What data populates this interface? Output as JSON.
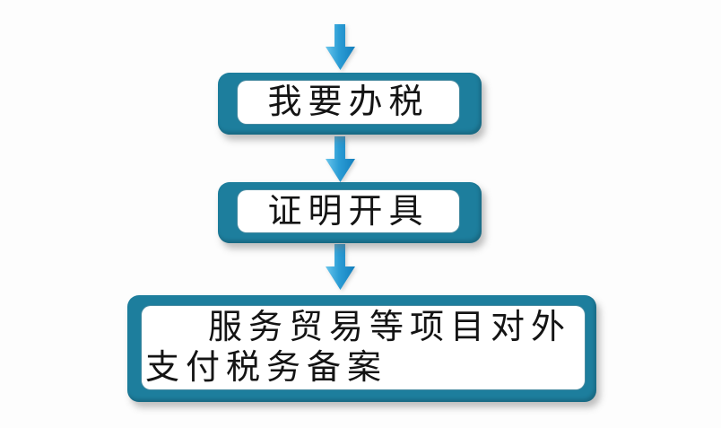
{
  "colors": {
    "box_border": "#1d7e9d",
    "box_fill": "#ffffff",
    "arrow_light": "#6ac6ec",
    "arrow_mid": "#2b9dd5",
    "arrow_dark": "#137fbd",
    "text": "#141414"
  },
  "flow": {
    "nodes": [
      {
        "label": "我要办税"
      },
      {
        "label": "证明开具"
      },
      {
        "lines": [
          "服务贸易等项目对外",
          "支付税务备案"
        ]
      }
    ]
  }
}
